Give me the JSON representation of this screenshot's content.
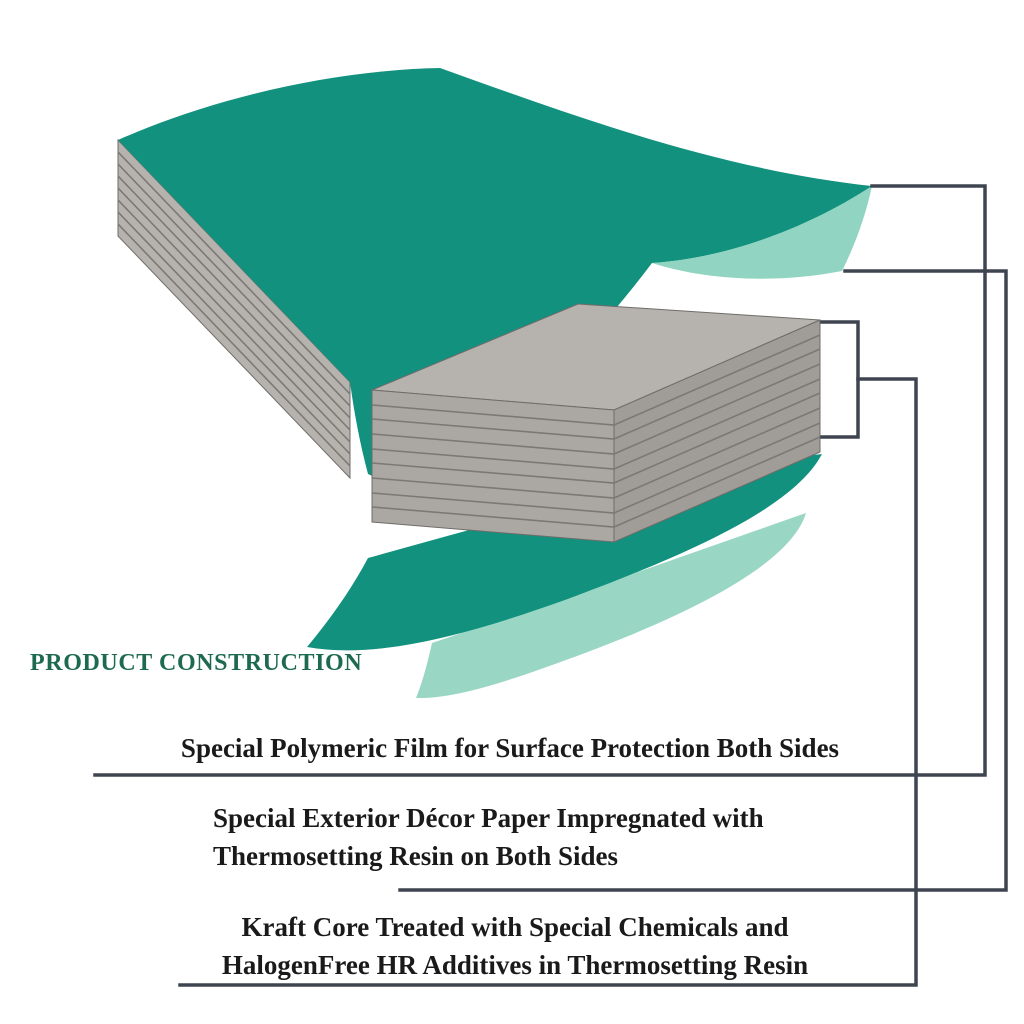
{
  "title": "PRODUCT CONSTRUCTION",
  "callouts": {
    "film": {
      "text": "Special Polymeric Film for Surface Protection Both Sides"
    },
    "decor": {
      "line1": "Special Exterior Décor Paper Impregnated with",
      "line2": "Thermosetting Resin on Both Sides"
    },
    "core": {
      "line1": "Kraft Core Treated with Special Chemicals and",
      "line2": "HalogenFree HR Additives in Thermosetting Resin"
    }
  },
  "colors": {
    "background": "#ffffff",
    "teal": "#12917e",
    "teal_light": "#85cfba",
    "teal_pale": "#93d5c1",
    "gray_face": "#b6b3af",
    "gray_face_mid": "#aba7a3",
    "gray_face_dark": "#a09c98",
    "gray_stripe": "#7c7975",
    "connector": "#3e4550",
    "title": "#1e6a50",
    "text": "#1a1a1a"
  }
}
